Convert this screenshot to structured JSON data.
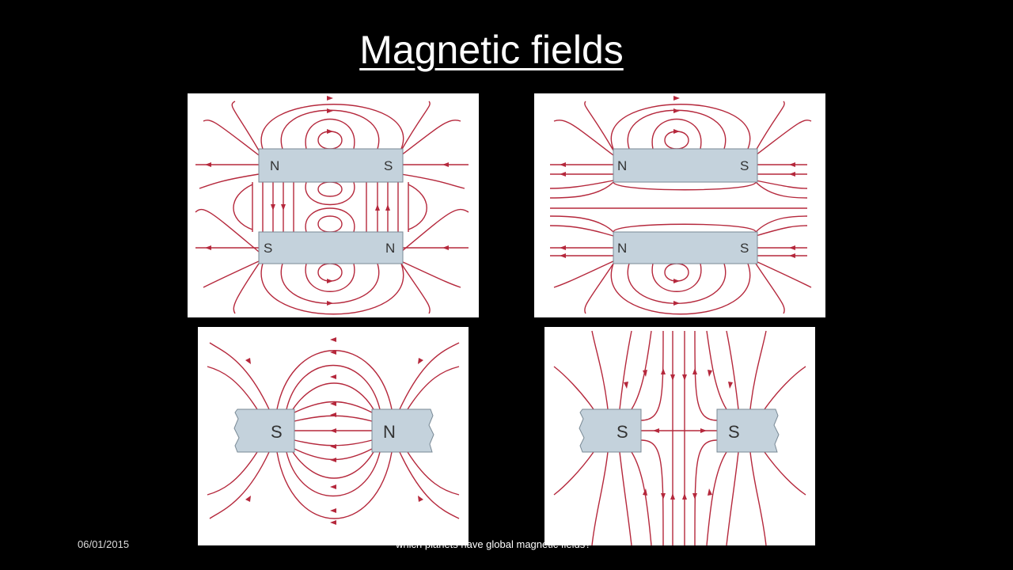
{
  "slide": {
    "title": "Magnetic fields"
  },
  "footer": {
    "date": "06/01/2015",
    "caption": "which planets have global magnetic fields?"
  },
  "panels": [
    {
      "magnets": [
        {
          "left_pole": "N",
          "right_pole": "S"
        },
        {
          "left_pole": "S",
          "right_pole": "N"
        }
      ]
    },
    {
      "magnets": [
        {
          "left_pole": "N",
          "right_pole": "S"
        },
        {
          "left_pole": "N",
          "right_pole": "S"
        }
      ]
    },
    {
      "magnets": [
        {
          "left_pole": "S",
          "right_pole": "N"
        }
      ]
    },
    {
      "magnets": [
        {
          "left_pole": "S",
          "right_pole": "S"
        }
      ]
    }
  ],
  "colors": {
    "field_line": "#b5283c",
    "magnet_fill": "#c4d2dc",
    "magnet_stroke": "#7a8a96"
  }
}
